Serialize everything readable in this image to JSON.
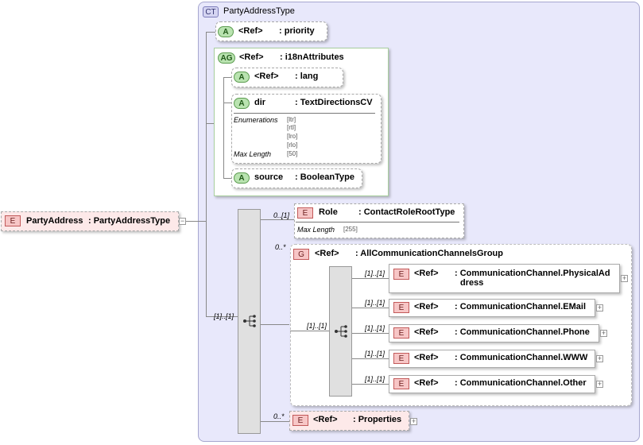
{
  "complex_type": {
    "badge": "CT",
    "name": "PartyAddressType"
  },
  "root": {
    "badge": "E",
    "name": "PartyAddress",
    "type": ": PartyAddressType",
    "toggle": "−"
  },
  "attr_priority": {
    "badge": "A",
    "ref": "<Ref>",
    "type": ": priority"
  },
  "attr_group": {
    "badge": "AG",
    "ref": "<Ref>",
    "type": ": i18nAttributes"
  },
  "attr_lang": {
    "badge": "A",
    "ref": "<Ref>",
    "type": ": lang"
  },
  "attr_dir": {
    "badge": "A",
    "name": "dir",
    "type": ": TextDirectionsCV",
    "enum_label": "Enumerations",
    "enums": [
      "[ltr]",
      "[rtl]",
      "[lro]",
      "[rlo]"
    ],
    "maxlen_label": "Max Length",
    "maxlen": "[50]"
  },
  "attr_source": {
    "badge": "A",
    "name": "source",
    "type": ": BooleanType"
  },
  "seq_occ": "[1]..[1]",
  "role": {
    "badge": "E",
    "name": "Role",
    "type": ": ContactRoleRootType",
    "occ": "0..[1]",
    "maxlen_label": "Max Length",
    "maxlen": "[255]"
  },
  "group": {
    "badge": "G",
    "ref": "<Ref>",
    "type": ": AllCommunicationChannelsGroup",
    "occ": "0..*",
    "inner_seq_occ": "[1]..[1]"
  },
  "channels": [
    {
      "badge": "E",
      "ref": "<Ref>",
      "type": ": CommunicationChannel.PhysicalAd",
      "type2": "dress",
      "occ": "[1]..[1]",
      "plus": "+"
    },
    {
      "badge": "E",
      "ref": "<Ref>",
      "type": ": CommunicationChannel.EMail",
      "occ": "[1]..[1]",
      "plus": "+"
    },
    {
      "badge": "E",
      "ref": "<Ref>",
      "type": ": CommunicationChannel.Phone",
      "occ": "[1]..[1]",
      "plus": "+"
    },
    {
      "badge": "E",
      "ref": "<Ref>",
      "type": ": CommunicationChannel.WWW",
      "occ": "[1]..[1]",
      "plus": "+"
    },
    {
      "badge": "E",
      "ref": "<Ref>",
      "type": ": CommunicationChannel.Other",
      "occ": "[1]..[1]",
      "plus": "+"
    }
  ],
  "properties": {
    "badge": "E",
    "ref": "<Ref>",
    "type": ": Properties",
    "occ": "0..*",
    "plus": "+"
  }
}
